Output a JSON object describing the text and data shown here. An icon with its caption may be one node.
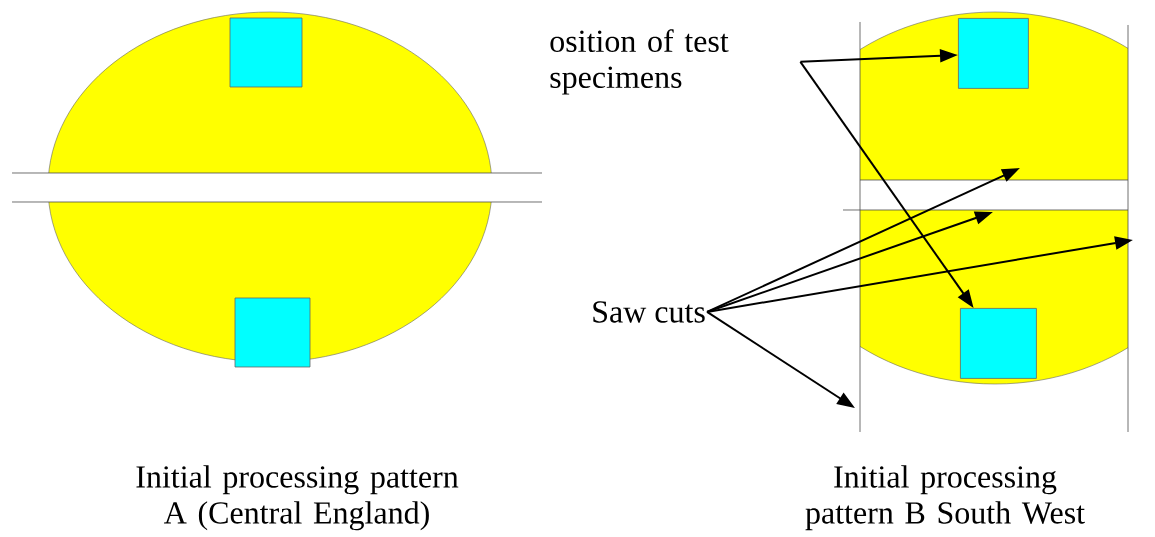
{
  "diagram": {
    "nodes": [
      {
        "text": [
          "osition of test specimens"
        ]
      },
      {
        "text": [
          "Saw cuts"
        ]
      },
      {
        "text": [],
        "shape": "box"
      },
      {
        "text": [],
        "shape": "box"
      }
    ],
    "edges": [
      {
        "from": 0,
        "to": 2,
        "arrow": "to"
      },
      {
        "from": 0,
        "to": 3,
        "arrow": "to"
      },
      {
        "from": 1,
        "to": null,
        "arrow": "to"
      },
      {
        "from": 1,
        "to": null,
        "arrow": "to"
      },
      {
        "from": 1,
        "to": null,
        "arrow": "to"
      },
      {
        "from": 1,
        "to": null,
        "arrow": "to"
      }
    ],
    "labels": [
      "Initial processing pattern A (Central England)",
      "Initial processing pattern B South West"
    ]
  }
}
